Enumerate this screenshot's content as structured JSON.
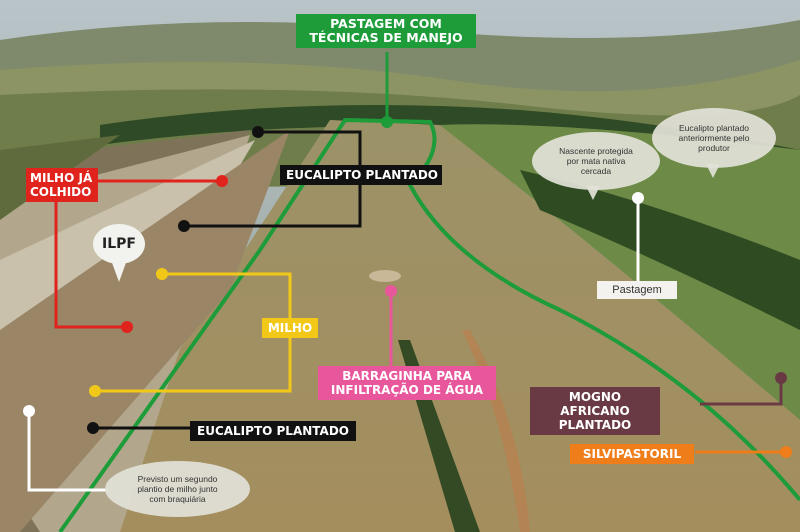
{
  "labels": {
    "pastagem_manejo": "PASTAGEM COM\nTÉCNICAS DE MANEJO",
    "milho_colhido": "MILHO JÁ\nCOLHIDO",
    "eucalipto_top": "EUCALIPTO PLANTADO",
    "ilpf": "ILPF",
    "milho": "MILHO",
    "barraginha": "BARRAGINHA PARA\nINFILTRAÇÃO DE ÁGUA",
    "eucalipto_bottom": "EUCALIPTO PLANTADO",
    "mogno": "MOGNO AFRICANO\nPLANTADO",
    "silvipastoril": "SILVIPASTORIL",
    "pastagem": "Pastagem"
  },
  "bubbles": {
    "nascente": "Nascente protegida\npor mata nativa\ncercada",
    "eucalipto_antes": "Eucalipto plantado\nanteriormente pelo\nprodutor",
    "previsto": "Previsto um segundo\nplantio de milho junto\ncom braquiária"
  },
  "colors": {
    "green": "#1e9c3a",
    "red": "#e0231c",
    "black": "#111111",
    "yellow": "#f2c818",
    "pink": "#e8579b",
    "mogno_brown": "#6a3a44",
    "orange": "#ef7d1a",
    "white": "#ffffff"
  }
}
